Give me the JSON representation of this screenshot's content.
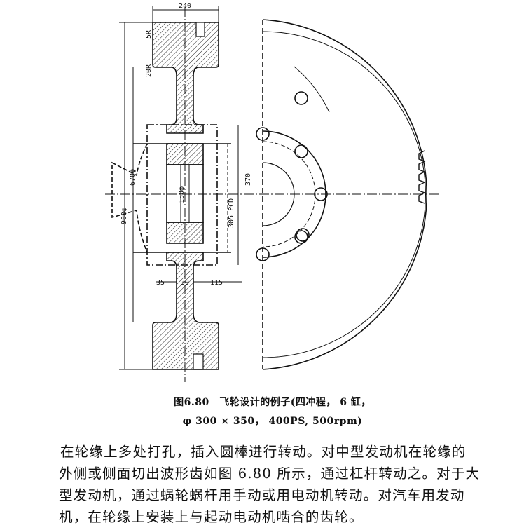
{
  "figure": {
    "dimension_labels": {
      "width": "240",
      "r5": "5R",
      "r20": "20R",
      "d670": "670φ",
      "d900": "900φ",
      "d150": "150φ",
      "d305": "305 PCD",
      "d370": "370",
      "l35": "35",
      "l30": "30",
      "l115": "115"
    },
    "caption_line1": "图6.80　飞轮设计的例子(四冲程， 6 缸，",
    "caption_line2": "φ 300 × 350， 400PS, 500rpm)"
  },
  "body": {
    "lines": [
      "在轮缘上多处打孔，插入圆棒进行转动。对中型发动机在轮缘的",
      "外侧或侧面切出波形齿如图 6.80 所示，通过杠杆转动之。对于大",
      "型发动机，通过蜗轮蜗杆用手动或用电动机转动。对汽车用发动",
      "机，在轮缘上安装上与起动电动机啮合的齿轮。"
    ]
  }
}
